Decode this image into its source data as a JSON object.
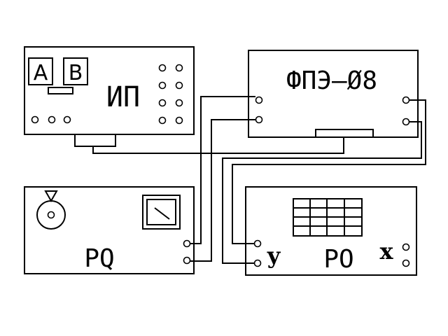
{
  "labels": {
    "ip": "ИП",
    "ip_button_a": "A",
    "ip_button_b": "B",
    "fpe": "ФПЭ–Ø8",
    "pq": "PQ",
    "po": "PO",
    "po_input_y": "y",
    "po_input_x": "x"
  },
  "colors": {
    "stroke": "#000000",
    "background": "#ffffff"
  }
}
